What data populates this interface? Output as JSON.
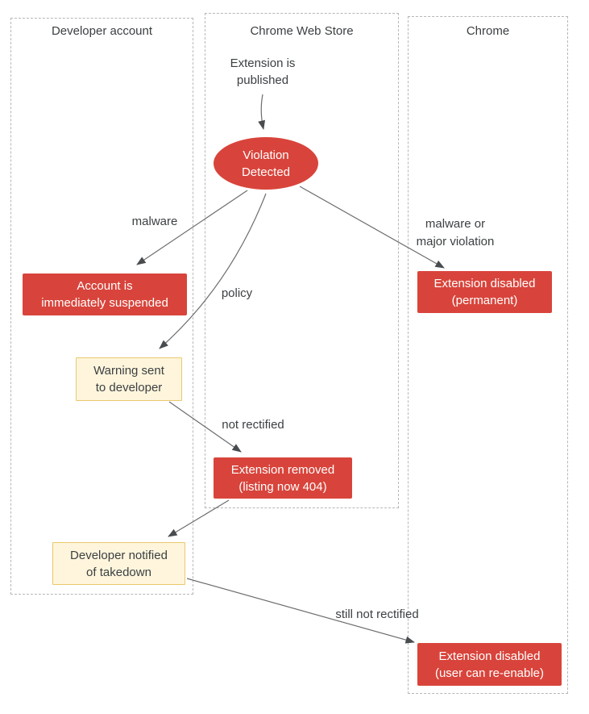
{
  "colors": {
    "red": "#D8443B",
    "note_fill": "#FEF5DC",
    "note_border": "#E9C96E",
    "lane_border": "#B4B7B9",
    "text": "#3C4043",
    "arrow": "#6A6D70",
    "arrowhead": "#494C4E"
  },
  "lanes": [
    {
      "label": "Developer account"
    },
    {
      "label": "Chrome Web Store"
    },
    {
      "label": "Chrome"
    }
  ],
  "start": {
    "lines": [
      "Extension is",
      "published"
    ]
  },
  "decision": {
    "lines": [
      "Violation",
      "Detected"
    ]
  },
  "outcomes": {
    "account_suspended": {
      "lines": [
        "Account is",
        "immediately suspended"
      ]
    },
    "disabled_permanent": {
      "lines": [
        "Extension disabled",
        "(permanent)"
      ]
    },
    "warning_sent": {
      "lines": [
        "Warning sent",
        "to developer"
      ]
    },
    "extension_removed": {
      "lines": [
        "Extension removed",
        "(listing now 404)"
      ]
    },
    "developer_notified": {
      "lines": [
        "Developer notified",
        "of takedown"
      ]
    },
    "disabled_reenable": {
      "lines": [
        "Extension disabled",
        "(user can re-enable)"
      ]
    }
  },
  "edge_labels": {
    "malware": "malware",
    "policy": "policy",
    "major_violation": {
      "lines": [
        "malware or",
        "major violation"
      ]
    },
    "not_rectified": "not rectified",
    "still_not_rectified": "still not rectified"
  }
}
